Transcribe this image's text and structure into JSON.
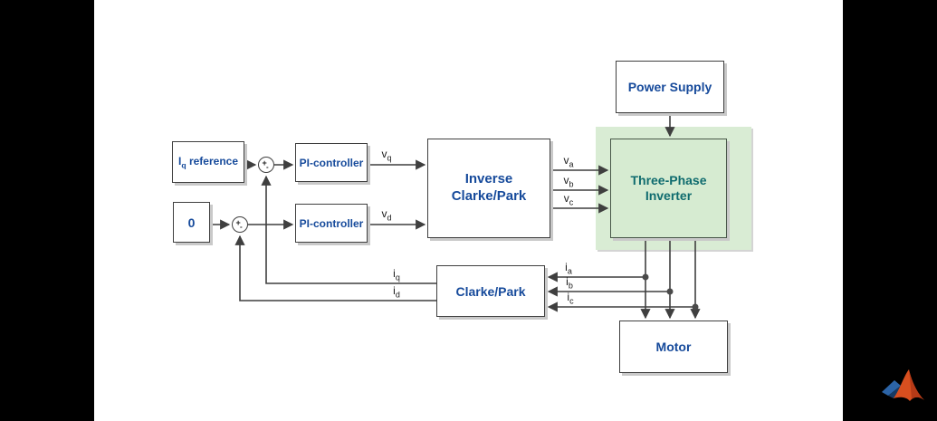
{
  "blocks": {
    "iq_reference": {
      "main": "I",
      "sub": "q",
      "rest": " reference"
    },
    "zero": {
      "label": "0"
    },
    "pi_controller_q": {
      "label": "PI-controller"
    },
    "pi_controller_d": {
      "label": "PI-controller"
    },
    "inverse_clarke_park": {
      "line1": "Inverse",
      "line2": "Clarke/Park"
    },
    "three_phase_inverter": {
      "line1": "Three-Phase",
      "line2": "Inverter"
    },
    "power_supply": {
      "label": "Power Supply"
    },
    "clarke_park": {
      "label": "Clarke/Park"
    },
    "motor": {
      "label": "Motor"
    }
  },
  "sum_junctions": {
    "sum_q": {
      "plus": "+",
      "minus": "-"
    },
    "sum_d": {
      "plus": "+",
      "minus": "-"
    }
  },
  "signals": {
    "vq": {
      "main": "v",
      "sub": "q"
    },
    "vd": {
      "main": "v",
      "sub": "d"
    },
    "va": {
      "main": "v",
      "sub": "a"
    },
    "vb": {
      "main": "v",
      "sub": "b"
    },
    "vc": {
      "main": "v",
      "sub": "c"
    },
    "ia": {
      "main": "i",
      "sub": "a"
    },
    "ib": {
      "main": "i",
      "sub": "b"
    },
    "ic": {
      "main": "i",
      "sub": "c"
    },
    "iq": {
      "main": "i",
      "sub": "q"
    },
    "id": {
      "main": "i",
      "sub": "d"
    }
  },
  "colors": {
    "background": "#ffffff",
    "letterbox": "#000000",
    "wire": "#3f3f3f",
    "navy_text": "#164a9b",
    "teal_text": "#0f6b6e",
    "highlight_green": "#d9ecd4",
    "logo_orange": "#d84f1f",
    "logo_blue": "#2c64a7"
  },
  "branding": {
    "logo": "matlab-membrane-logo"
  }
}
